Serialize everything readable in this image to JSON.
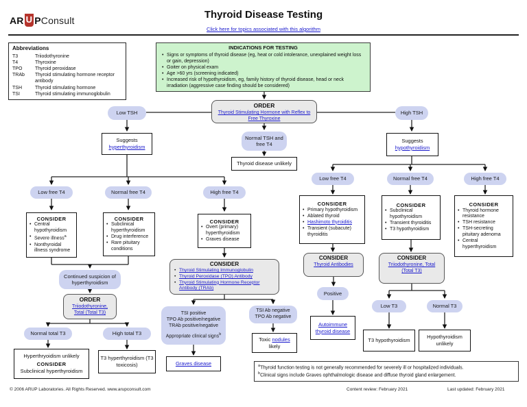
{
  "colors": {
    "link_blue": "#1717cc",
    "pill_lavender": "#cdd3f0",
    "indications_green": "#cdf3cd",
    "panel_gray": "#e9e9e9",
    "logo_red": "#b5342c"
  },
  "header": {
    "logo": {
      "ar": "AR",
      "u": "U",
      "p": "P",
      "consult": "Consult"
    },
    "title": "Thyroid Disease Testing",
    "subtitle_link": "Click here for topics associated with this algorithm"
  },
  "abbreviations": {
    "title": "Abbreviations",
    "rows": [
      {
        "abbr": "T3",
        "term": "Triiodothyronine"
      },
      {
        "abbr": "T4",
        "term": "Thyroxine"
      },
      {
        "abbr": "TPO",
        "term": "Thyroid peroxidase"
      },
      {
        "abbr": "TRAb",
        "term": "Thyroid stimulating hormone receptor antibody"
      },
      {
        "abbr": "TSH",
        "term": "Thyroid stimulating hormone"
      },
      {
        "abbr": "TSI",
        "term": "Thyroid stimulating immunoglobulin"
      }
    ]
  },
  "indications": {
    "title": "INDICATIONS FOR TESTING",
    "bullets": [
      "Signs or symptoms of thyroid disease (eg, heat or cold intolerance, unexplained weight loss or gain, depression)",
      "Goiter on physical exam",
      "Age >60 yrs (screening indicated)",
      "Increased risk of hypothyroidism, eg, family history of thyroid disease, head or neck irradiation (aggressive case finding should be considered)"
    ]
  },
  "flow": {
    "order_tsh": {
      "heading": "ORDER",
      "link": "Thyroid Stimulating Hormone with Reflex to Free Thyroxine"
    },
    "low_tsh": "Low TSH",
    "high_tsh": "High TSH",
    "suggests_hyper": {
      "text": "Suggests",
      "link": "hyperthyroidism"
    },
    "suggests_hypo": {
      "text": "Suggests",
      "link": "hypothyroidism"
    },
    "normal_tsh": "Normal TSH and free T4",
    "disease_unlikely": "Thyroid disease unlikely",
    "hyper": {
      "low_ft4": "Low free T4",
      "normal_ft4": "Normal free T4",
      "high_ft4": "High free T4",
      "consider_low": {
        "heading": "CONSIDER",
        "items": [
          "Central hypothyroidism",
          "Severe illness",
          "Nonthyroidal illness syndrome"
        ],
        "sup": "a"
      },
      "consider_normal": {
        "heading": "CONSIDER",
        "items": [
          "Subclinical hyperthyroidism",
          "Drug interference",
          "Rare pituitary conditions"
        ]
      },
      "consider_high": {
        "heading": "CONSIDER",
        "items": [
          "Overt (primary) hyperthyroidism",
          "Graves disease"
        ]
      },
      "order_tests": {
        "heading": "CONSIDER",
        "links": [
          "Thyroid Stimulating Immunoglobulin",
          "Thyroid Peroxidase (TPO) Antibody",
          "Thyroid Stimulating Hormone Receptor Antibody (TRAb)"
        ]
      },
      "continued": "Continued suspicion of hyperthyroidism",
      "order_t3": {
        "heading": "ORDER",
        "link": "Triiodothyronine, Total (Total T3)"
      },
      "normal_total_t3": "Normal total T3",
      "high_total_t3": "High total T3",
      "hyper_unlikely": {
        "line1": "Hyperthryoidism unlikely",
        "line2": "CONSIDER",
        "line3": "Subclinical hyperthyroidism"
      },
      "t3_hyper": "T3 hyperthyroidism (T3 toxicosis)",
      "tsi_pos": {
        "lines": [
          "TSI positive",
          "TPO Ab positive/negative",
          "TRAb positive/negative"
        ],
        "signs": "Appropriate clinical signs",
        "sup": "b"
      },
      "tsi_neg": {
        "lines": [
          "TSI Ab negative",
          "TPO Ab negative"
        ]
      },
      "graves_link": "Graves disease",
      "toxic": {
        "pre": "Toxic",
        "link": "nodules",
        "post": "likely"
      }
    },
    "hypo": {
      "low_ft4": "Low free T4",
      "normal_ft4": "Normal free T4",
      "high_ft4": "High free T4",
      "consider_low": {
        "heading": "CONSIDER",
        "items": [
          "Primary hypothyroidism",
          "Ablated thyroid",
          "Transient (subacute) thyroiditis"
        ],
        "link_item": "Hashimoto thyroiditis"
      },
      "consider_normal": {
        "heading": "CONSIDER",
        "items": [
          "Subclinical hypothyroidism",
          "Transient thyroiditis",
          "T3 hypothyroidism"
        ]
      },
      "consider_high": {
        "heading": "CONSIDER",
        "items": [
          "Thyroid hormone resistance",
          "TSH resistance",
          "TSH-secreting pituitary adenoma",
          "Central hyperthyroidism"
        ]
      },
      "antibodies": {
        "heading": "CONSIDER",
        "link": "Thyroid Antibodies"
      },
      "order_t3": {
        "heading": "CONSIDER",
        "link": "Triiodothyronine, Total (Total T3)"
      },
      "positive": "Positive",
      "autoimmune_link": "Autoimmune thyroid disease",
      "low_t3": "Low T3",
      "normal_t3": "Normal T3",
      "t3_hypo": "T3 hypothyroidism",
      "hypo_unlikely": "Hypothyroidism unlikely"
    }
  },
  "footnotes": {
    "a": {
      "marker": "a",
      "text": "Thyroid function testing is not generally recommended for severely ill or hospitalized individuals."
    },
    "b": {
      "marker": "b",
      "text": "Clinical signs include Graves ophthalmologic disease and diffuse thyroid gland enlargement."
    }
  },
  "footer": {
    "copyright": "© 2006 ARUP Laboratories. All Rights Reserved.  www.arupconsult.com",
    "content_review": "Content review: February 2021",
    "last_updated": "Last updated: February 2021"
  }
}
